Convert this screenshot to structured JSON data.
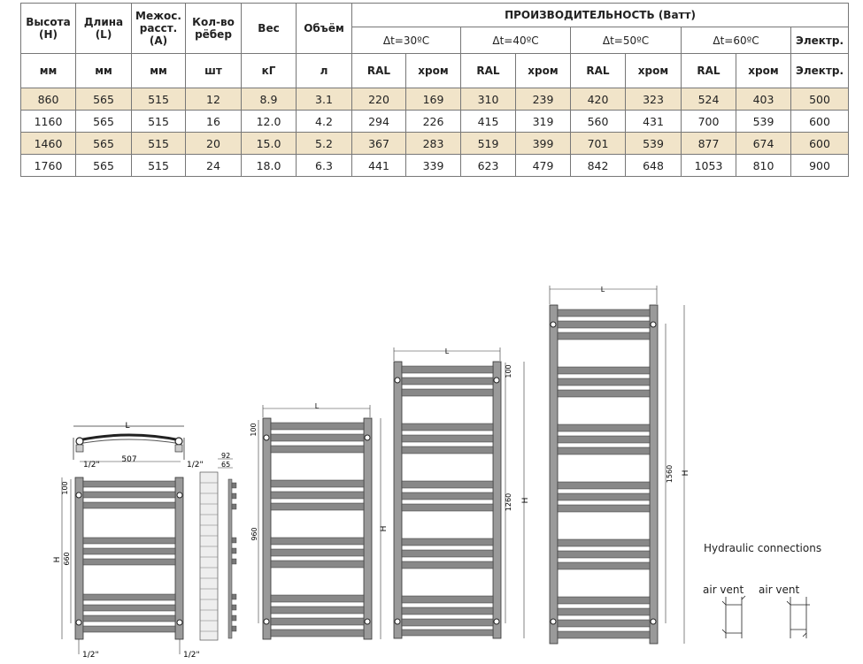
{
  "table": {
    "headers": {
      "height": "Высота\n(H)",
      "length": "Длина\n(L)",
      "axis": "Межос.\nрасст.\n(A)",
      "sections": "Кол-во\nрёбер",
      "weight": "Вес",
      "volume": "Объём",
      "performance": "ПРОИЗВОДИТЕЛЬНОСТЬ (Ватт)",
      "dt30": "Δt=30ºC",
      "dt40": "Δt=40ºC",
      "dt50": "Δt=50ºC",
      "dt60": "Δt=60ºC",
      "electric": "Электр."
    },
    "units": [
      "мм",
      "мм",
      "мм",
      "шт",
      "кГ",
      "л",
      "RAL",
      "хром",
      "RAL",
      "хром",
      "RAL",
      "хром",
      "RAL",
      "хром",
      "Электр."
    ],
    "rows": [
      [
        "860",
        "565",
        "515",
        "12",
        "8.9",
        "3.1",
        "220",
        "169",
        "310",
        "239",
        "420",
        "323",
        "524",
        "403",
        "500"
      ],
      [
        "1160",
        "565",
        "515",
        "16",
        "12.0",
        "4.2",
        "294",
        "226",
        "415",
        "319",
        "560",
        "431",
        "700",
        "539",
        "600"
      ],
      [
        "1460",
        "565",
        "515",
        "20",
        "15.0",
        "5.2",
        "367",
        "283",
        "519",
        "399",
        "701",
        "539",
        "877",
        "674",
        "600"
      ],
      [
        "1760",
        "565",
        "515",
        "24",
        "18.0",
        "6.3",
        "441",
        "339",
        "623",
        "479",
        "842",
        "648",
        "1053",
        "810",
        "900"
      ]
    ]
  },
  "drawings": {
    "top_view": {
      "dim": "507",
      "half_inch_left": "1/2\"",
      "half_inch_right": "1/2\"",
      "L": "L"
    },
    "front_860": {
      "dim_top": "100",
      "dim_axis": "660",
      "half_inch_bl": "1/2\"",
      "half_inch_br": "1/2\"",
      "H": "H"
    },
    "side": {
      "d1": "92",
      "d2": "65"
    },
    "front_1160": {
      "dim_top": "100",
      "dim_axis": "960",
      "L": "L",
      "H": "H"
    },
    "front_1460": {
      "dim_top": "100",
      "dim_axis": "1260",
      "L": "L",
      "H": "H"
    },
    "front_1760": {
      "dim_axis": "1560",
      "L": "L",
      "H": "H"
    }
  },
  "hydraulic": {
    "title": "Hydraulic connections",
    "air_vent_1": "air vent",
    "air_vent_2": "air vent"
  }
}
